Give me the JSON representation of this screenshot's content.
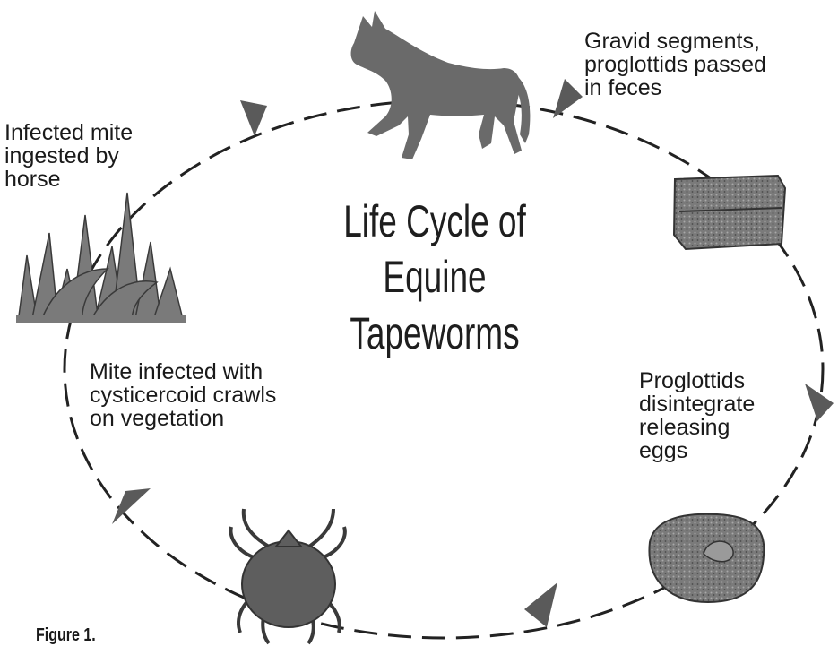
{
  "title": [
    "Life Cycle of",
    "Equine",
    "Tapeworms"
  ],
  "caption": "Figure 1.",
  "stages": [
    {
      "id": "feces",
      "label": "Gravid segments,\nproglottids passed\nin feces"
    },
    {
      "id": "eggs",
      "label": "Proglottids\ndisintegrate\nreleasing\neggs"
    },
    {
      "id": "mite",
      "label": "Mite infected with\ncysticercoid crawls\non vegetation"
    },
    {
      "id": "grass",
      "label": "Infected mite\ningested by\nhorse"
    }
  ],
  "illustrations": [
    "horse-icon",
    "proglottid-segment-icon",
    "egg-icon",
    "mite-icon",
    "grass-icon"
  ],
  "colors": {
    "ink": "#1e1e1e",
    "fill": "#6e6e6e",
    "arrow": "#555555"
  }
}
